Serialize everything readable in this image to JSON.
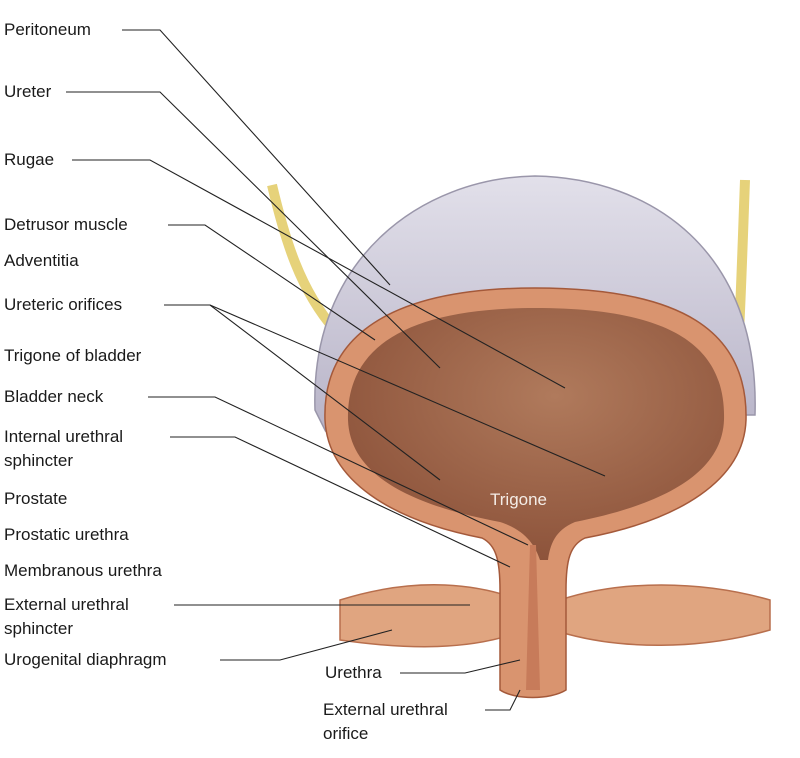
{
  "diagram": {
    "labels": {
      "peritoneum": "Peritoneum",
      "ureter": "Ureter",
      "rugae": "Rugae",
      "detrusor": "Detrusor muscle",
      "adventitia": "Adventitia",
      "ureteric_orifices": "Ureteric orifices",
      "trigone_of_bladder": "Trigone of bladder",
      "bladder_neck": "Bladder neck",
      "internal_sphincter_1": "Internal urethral",
      "internal_sphincter_2": "sphincter",
      "prostate": "Prostate",
      "prostatic_urethra": "Prostatic urethra",
      "membranous_urethra": "Membranous urethra",
      "external_sphincter_1": "External urethral",
      "external_sphincter_2": "sphincter",
      "urogenital_diaphragm": "Urogenital diaphragm",
      "trigone": "Trigone",
      "urethra": "Urethra",
      "external_orifice_1": "External urethral",
      "external_orifice_2": "orifice"
    },
    "colors": {
      "peritoneum": "#c9c6d6",
      "wall": "#d9946f",
      "cavity": "#9a5f45",
      "ureter": "#e6d27a"
    }
  }
}
